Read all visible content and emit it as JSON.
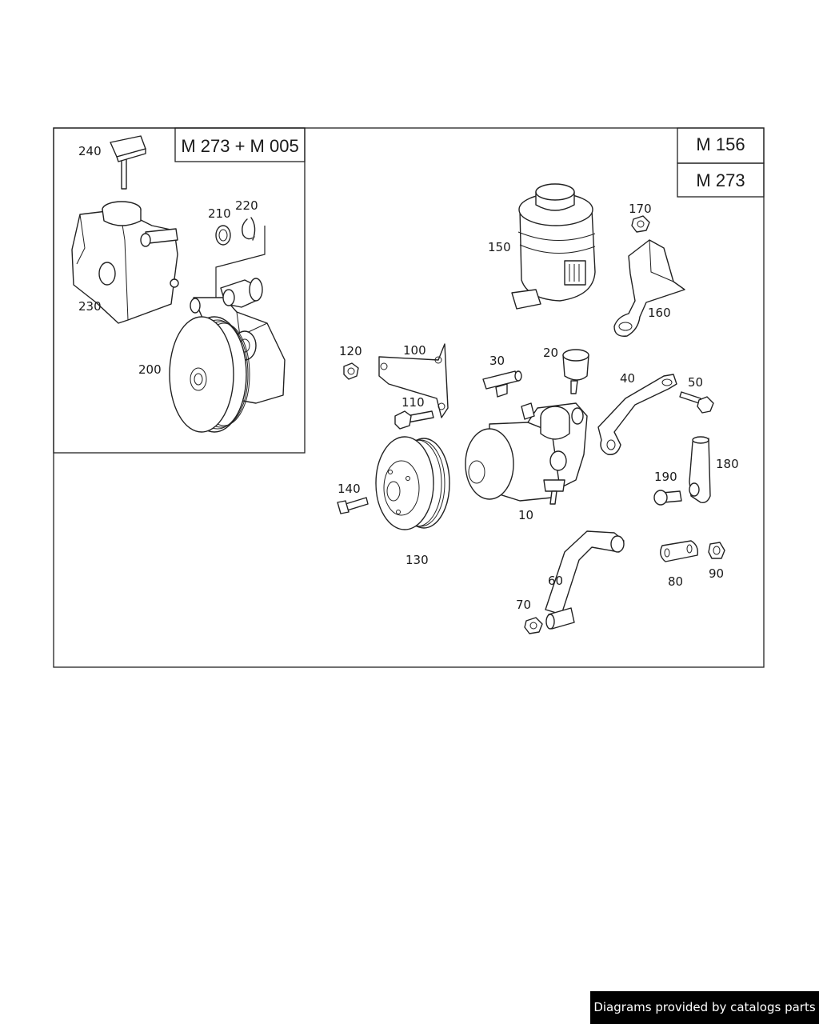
{
  "variants": {
    "inset": "M 273 + M 005",
    "main_a": "M 156",
    "main_b": "M 273"
  },
  "callouts": {
    "p240": "240",
    "p210": "210",
    "p220": "220",
    "p230": "230",
    "p200": "200",
    "p150": "150",
    "p170": "170",
    "p160": "160",
    "p120": "120",
    "p100": "100",
    "p110": "110",
    "p30": "30",
    "p20": "20",
    "p40": "40",
    "p50": "50",
    "p140": "140",
    "p130": "130",
    "p10": "10",
    "p190": "190",
    "p180": "180",
    "p60": "60",
    "p70": "70",
    "p80": "80",
    "p90": "90"
  },
  "footer": {
    "credit": "Diagrams provided by catalogs parts"
  },
  "colors": {
    "line": "#222222",
    "background": "#ffffff",
    "footer_bg": "#000000",
    "footer_text": "#ffffff"
  }
}
